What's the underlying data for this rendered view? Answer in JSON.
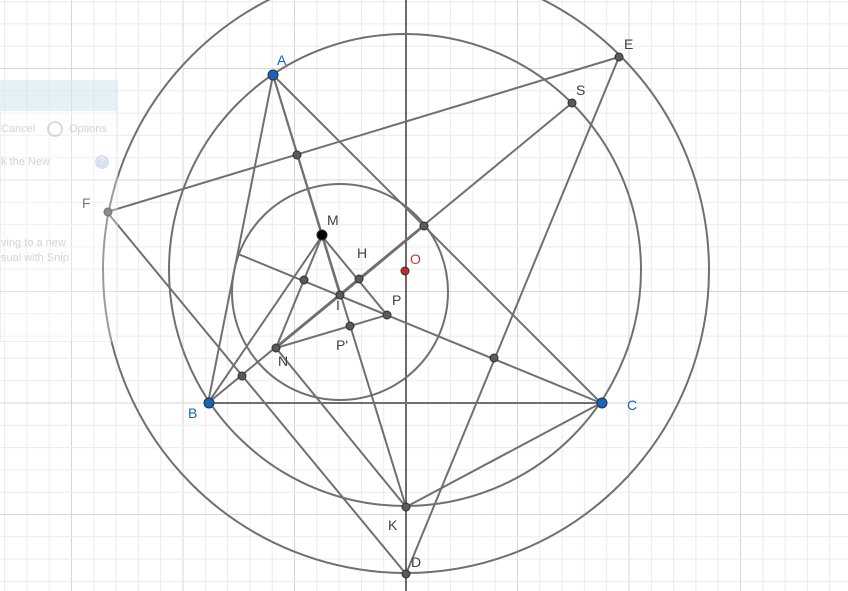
{
  "ghost_panel": {
    "cancel_label": "Cancel",
    "options_label": "Options",
    "check_text": "k the New",
    "help_icon": "help-icon",
    "gear_icon": "gear-icon",
    "line1": "ving to a new",
    "line2": "sual with Snip"
  },
  "colors": {
    "grid_minor": "#ebebeb",
    "grid_major": "#d6d6d6",
    "axis": "#3a3a3a",
    "geometry": "#707070",
    "point_gray": "#5a5a5a",
    "point_blue": "#1565c0",
    "point_black": "#000000",
    "point_red": "#c62828",
    "label_dark": "#404040",
    "label_blue": "#1565c0",
    "label_red": "#d32f2f"
  },
  "labels": {
    "A": "A",
    "B": "B",
    "C": "C",
    "D": "D",
    "E": "E",
    "F": "F",
    "H": "H",
    "I": "I",
    "K": "K",
    "M": "M",
    "N": "N",
    "O": "O",
    "P": "P",
    "P_prime": "P'",
    "S": "S"
  }
}
